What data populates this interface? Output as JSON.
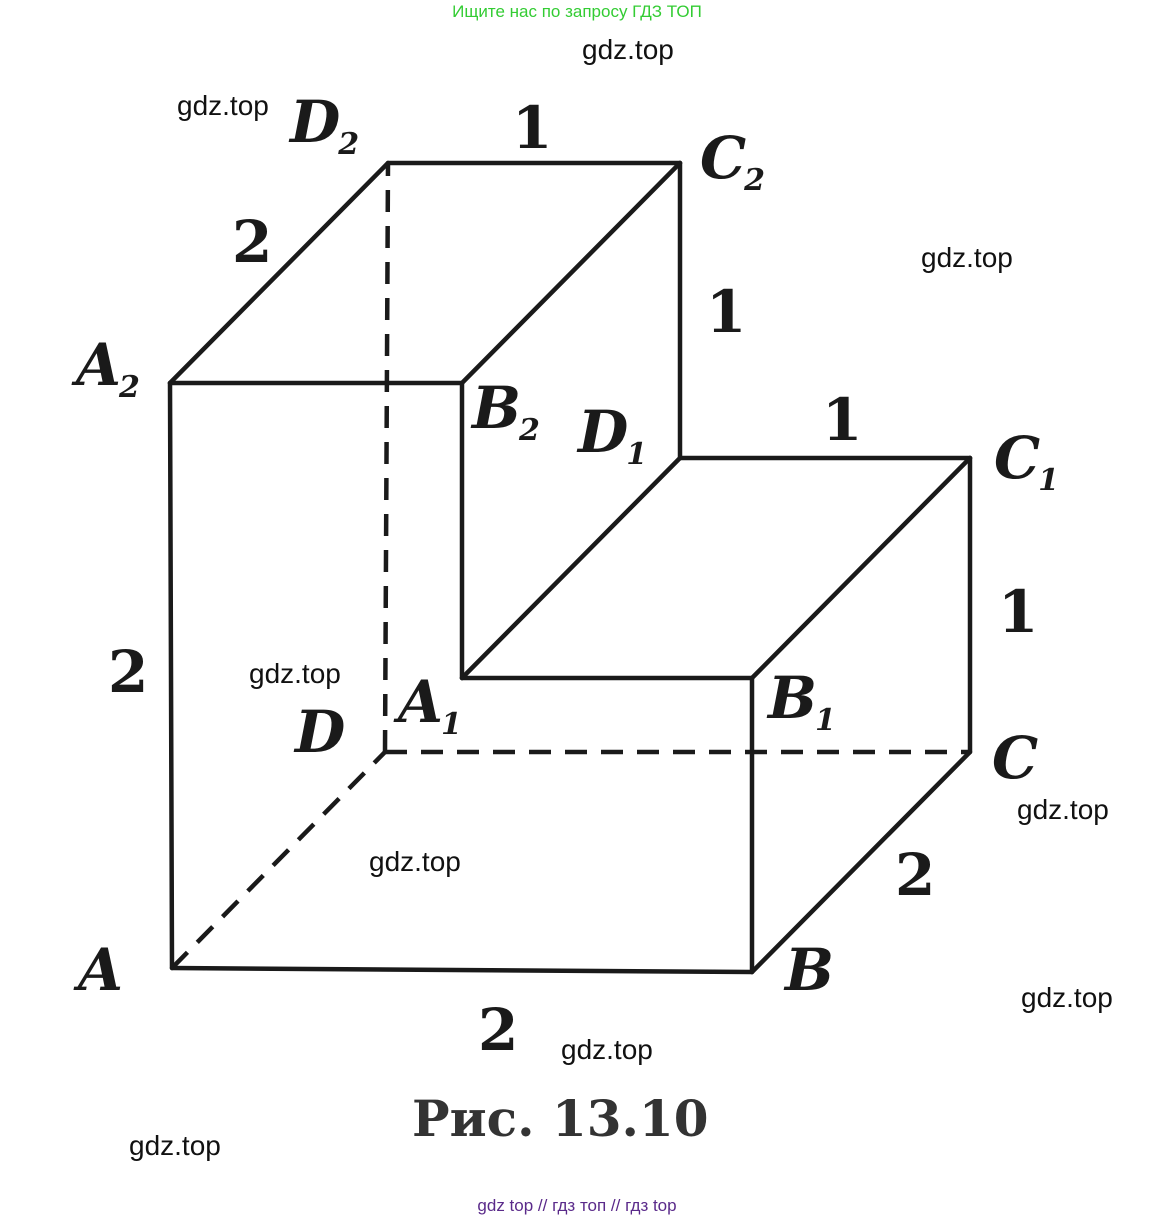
{
  "banner": "Ищите нас по запросу ГДЗ ТОП",
  "footer": "gdz top  //  гдз топ  //  гдз top",
  "watermark": "gdz.top",
  "caption": "Рис. 13.10",
  "vertices": {
    "A": {
      "letter": "A",
      "sub": ""
    },
    "B": {
      "letter": "B",
      "sub": ""
    },
    "C": {
      "letter": "C",
      "sub": ""
    },
    "D": {
      "letter": "D",
      "sub": ""
    },
    "A1": {
      "letter": "A",
      "sub": "1"
    },
    "B1": {
      "letter": "B",
      "sub": "1"
    },
    "C1": {
      "letter": "C",
      "sub": "1"
    },
    "D1": {
      "letter": "D",
      "sub": "1"
    },
    "A2": {
      "letter": "A",
      "sub": "2"
    },
    "B2": {
      "letter": "B",
      "sub": "2"
    },
    "C2": {
      "letter": "C",
      "sub": "2"
    },
    "D2": {
      "letter": "D",
      "sub": "2"
    }
  },
  "lengths": {
    "D2C2": "1",
    "A2D2": "2",
    "C2D1": "1",
    "D1C1": "1",
    "C1C": "1",
    "AA2": "2",
    "CB": "2",
    "AB": "2"
  }
}
